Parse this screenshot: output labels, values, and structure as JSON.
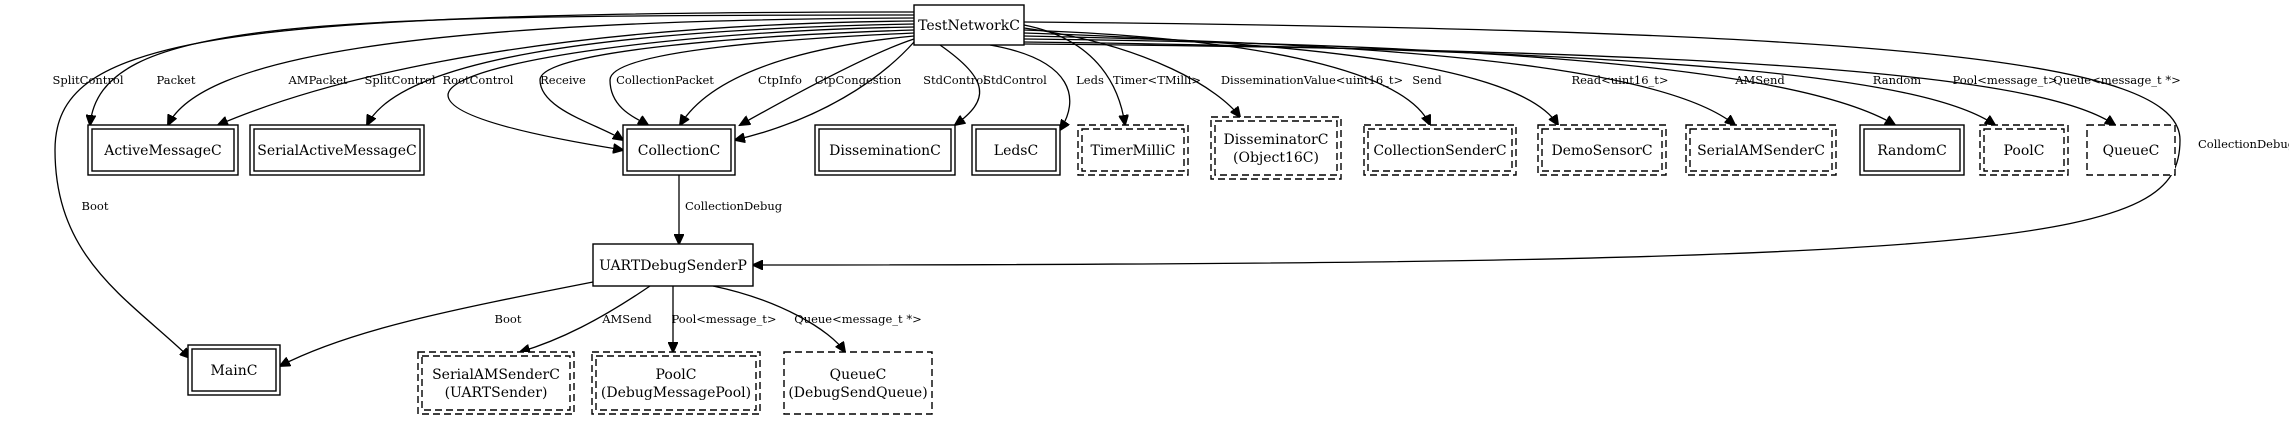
{
  "nodes": {
    "TestNetworkC": {
      "label": [
        "TestNetworkC"
      ],
      "style": "single"
    },
    "ActiveMessageC": {
      "label": [
        "ActiveMessageC"
      ],
      "style": "double"
    },
    "SerialActiveMessageC": {
      "label": [
        "SerialActiveMessageC"
      ],
      "style": "double"
    },
    "CollectionC": {
      "label": [
        "CollectionC"
      ],
      "style": "double"
    },
    "DisseminationC": {
      "label": [
        "DisseminationC"
      ],
      "style": "double"
    },
    "LedsC": {
      "label": [
        "LedsC"
      ],
      "style": "double"
    },
    "TimerMilliC": {
      "label": [
        "TimerMilliC"
      ],
      "style": "double-dashed"
    },
    "DisseminatorC": {
      "label": [
        "DisseminatorC",
        "(Object16C)"
      ],
      "style": "double-dashed"
    },
    "CollectionSenderC": {
      "label": [
        "CollectionSenderC"
      ],
      "style": "double-dashed"
    },
    "DemoSensorC": {
      "label": [
        "DemoSensorC"
      ],
      "style": "double-dashed"
    },
    "SerialAMSenderC": {
      "label": [
        "SerialAMSenderC"
      ],
      "style": "double-dashed"
    },
    "RandomC": {
      "label": [
        "RandomC"
      ],
      "style": "double"
    },
    "PoolC": {
      "label": [
        "PoolC"
      ],
      "style": "double-dashed"
    },
    "QueueC": {
      "label": [
        "QueueC"
      ],
      "style": "dashed"
    },
    "UARTDebugSenderP": {
      "label": [
        "UARTDebugSenderP"
      ],
      "style": "single"
    },
    "MainC": {
      "label": [
        "MainC"
      ],
      "style": "double"
    },
    "UARTSender": {
      "label": [
        "SerialAMSenderC",
        "(UARTSender)"
      ],
      "style": "double-dashed"
    },
    "DebugMessagePool": {
      "label": [
        "PoolC",
        "(DebugMessagePool)"
      ],
      "style": "double-dashed"
    },
    "DebugSendQueue": {
      "label": [
        "QueueC",
        "(DebugSendQueue)"
      ],
      "style": "dashed"
    }
  },
  "edges": [
    {
      "from": "TestNetworkC",
      "to": "ActiveMessageC",
      "label": "SplitControl"
    },
    {
      "from": "TestNetworkC",
      "to": "ActiveMessageC",
      "label": "Packet"
    },
    {
      "from": "TestNetworkC",
      "to": "ActiveMessageC",
      "label": "AMPacket"
    },
    {
      "from": "TestNetworkC",
      "to": "SerialActiveMessageC",
      "label": "SplitControl"
    },
    {
      "from": "TestNetworkC",
      "to": "CollectionC",
      "label": "RootControl"
    },
    {
      "from": "TestNetworkC",
      "to": "CollectionC",
      "label": "Receive"
    },
    {
      "from": "TestNetworkC",
      "to": "CollectionC",
      "label": "CollectionPacket"
    },
    {
      "from": "TestNetworkC",
      "to": "CollectionC",
      "label": "CtpInfo"
    },
    {
      "from": "TestNetworkC",
      "to": "CollectionC",
      "label": "CtpCongestion"
    },
    {
      "from": "TestNetworkC",
      "to": "CollectionC",
      "label": "StdControl"
    },
    {
      "from": "TestNetworkC",
      "to": "DisseminationC",
      "label": "StdControl"
    },
    {
      "from": "TestNetworkC",
      "to": "LedsC",
      "label": "Leds"
    },
    {
      "from": "TestNetworkC",
      "to": "TimerMilliC",
      "label": "Timer<TMilli>"
    },
    {
      "from": "TestNetworkC",
      "to": "DisseminatorC",
      "label": "DisseminationValue<uint16_t>"
    },
    {
      "from": "TestNetworkC",
      "to": "CollectionSenderC",
      "label": "Send"
    },
    {
      "from": "TestNetworkC",
      "to": "DemoSensorC",
      "label": "Read<uint16_t>"
    },
    {
      "from": "TestNetworkC",
      "to": "SerialAMSenderC",
      "label": "AMSend"
    },
    {
      "from": "TestNetworkC",
      "to": "RandomC",
      "label": "Random"
    },
    {
      "from": "TestNetworkC",
      "to": "PoolC",
      "label": "Pool<message_t>"
    },
    {
      "from": "TestNetworkC",
      "to": "QueueC",
      "label": "Queue<message_t *>"
    },
    {
      "from": "TestNetworkC",
      "to": "UARTDebugSenderP",
      "label": "CollectionDebug"
    },
    {
      "from": "TestNetworkC",
      "to": "MainC",
      "label": "Boot"
    },
    {
      "from": "CollectionC",
      "to": "UARTDebugSenderP",
      "label": "CollectionDebug"
    },
    {
      "from": "UARTDebugSenderP",
      "to": "MainC",
      "label": "Boot"
    },
    {
      "from": "UARTDebugSenderP",
      "to": "UARTSender",
      "label": "AMSend"
    },
    {
      "from": "UARTDebugSenderP",
      "to": "DebugMessagePool",
      "label": "Pool<message_t>"
    },
    {
      "from": "UARTDebugSenderP",
      "to": "DebugSendQueue",
      "label": "Queue<message_t *>"
    }
  ]
}
